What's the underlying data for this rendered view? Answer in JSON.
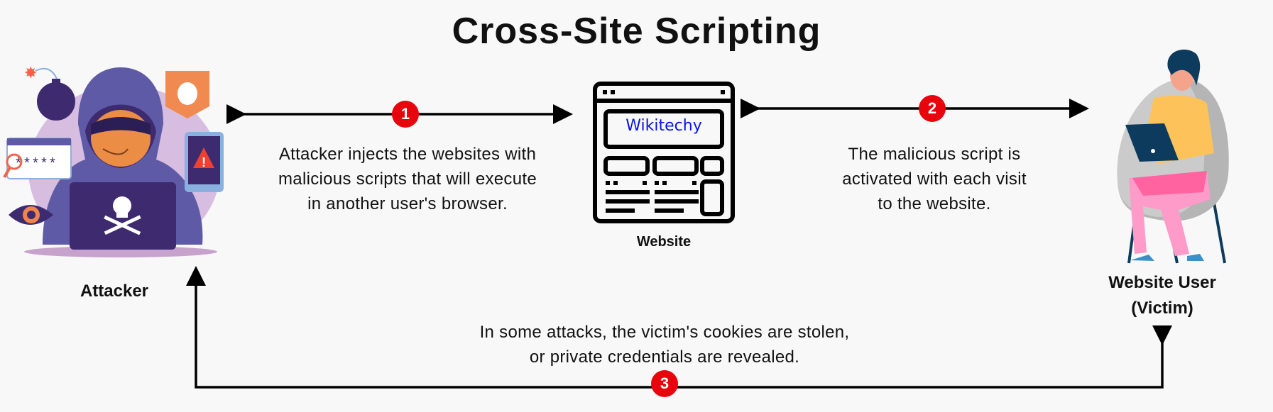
{
  "title": "Cross-Site Scripting",
  "actors": {
    "attacker": {
      "label": "Attacker"
    },
    "website": {
      "label": "Website",
      "brand": "Wikitechy"
    },
    "victim": {
      "label_line1": "Website User",
      "label_line2": "(Victim)"
    }
  },
  "steps": [
    {
      "number": "1",
      "lines": [
        "Attacker injects the websites with",
        "malicious scripts that will execute",
        "in another user's browser."
      ]
    },
    {
      "number": "2",
      "lines": [
        "The malicious script is",
        "activated with each visit",
        "to the website."
      ]
    },
    {
      "number": "3",
      "lines": [
        "In some attacks, the victim's cookies are stolen,",
        "or private credentials are revealed."
      ]
    }
  ],
  "colors": {
    "badge": "#e8040c",
    "brand_text": "#0a14e6",
    "arrow": "#000000"
  }
}
